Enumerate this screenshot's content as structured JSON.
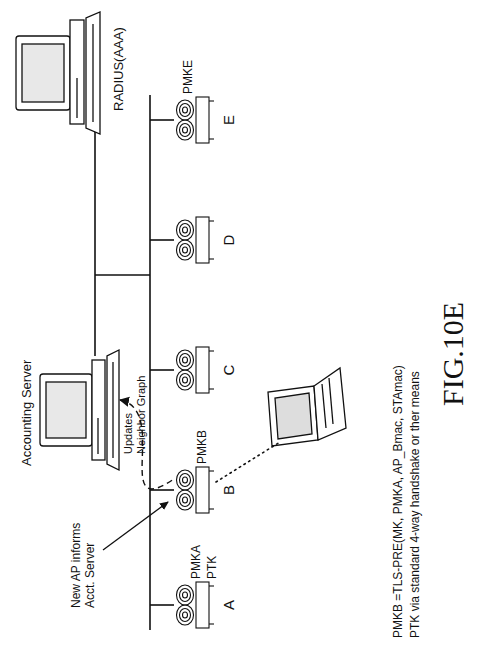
{
  "diagram": {
    "caption": "FIG.10E",
    "nodes": [
      {
        "text": [
          "Accounting Server"
        ]
      },
      {
        "text": [
          "RADIUS(AAA)"
        ]
      },
      {
        "text": [
          "A",
          "PMKA",
          "PTK"
        ]
      },
      {
        "text": [
          "B",
          "PMKB"
        ]
      },
      {
        "text": [
          "C"
        ]
      },
      {
        "text": [
          "D"
        ]
      },
      {
        "text": [
          "E",
          "PMKE"
        ]
      }
    ],
    "edges": [
      {
        "from": 3,
        "to": 0,
        "arrow": "to",
        "label": "Updates Neighbor Graph"
      }
    ],
    "labels": [
      "New AP informs Acct. Server",
      "PMKB =TLS-PRE(MK, PMKA, AP_Bmac, STAmac)",
      "PTK via standard 4-way handshake or ther means"
    ]
  }
}
